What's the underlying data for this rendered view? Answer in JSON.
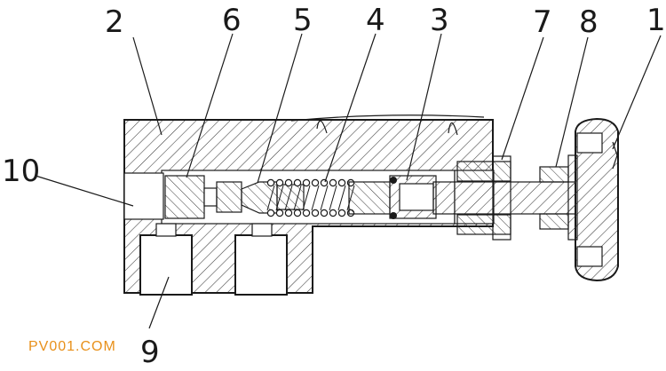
{
  "callouts": {
    "c1": "1",
    "c2": "2",
    "c3": "3",
    "c4": "4",
    "c5": "5",
    "c6": "6",
    "c7": "7",
    "c8": "8",
    "c9": "9",
    "c10": "10"
  },
  "watermark": "PV001.COM",
  "colors": {
    "line": "#1a1a1a",
    "hatch": "#3a3a3a",
    "watermark": "#e8901a",
    "background": "#ffffff"
  }
}
